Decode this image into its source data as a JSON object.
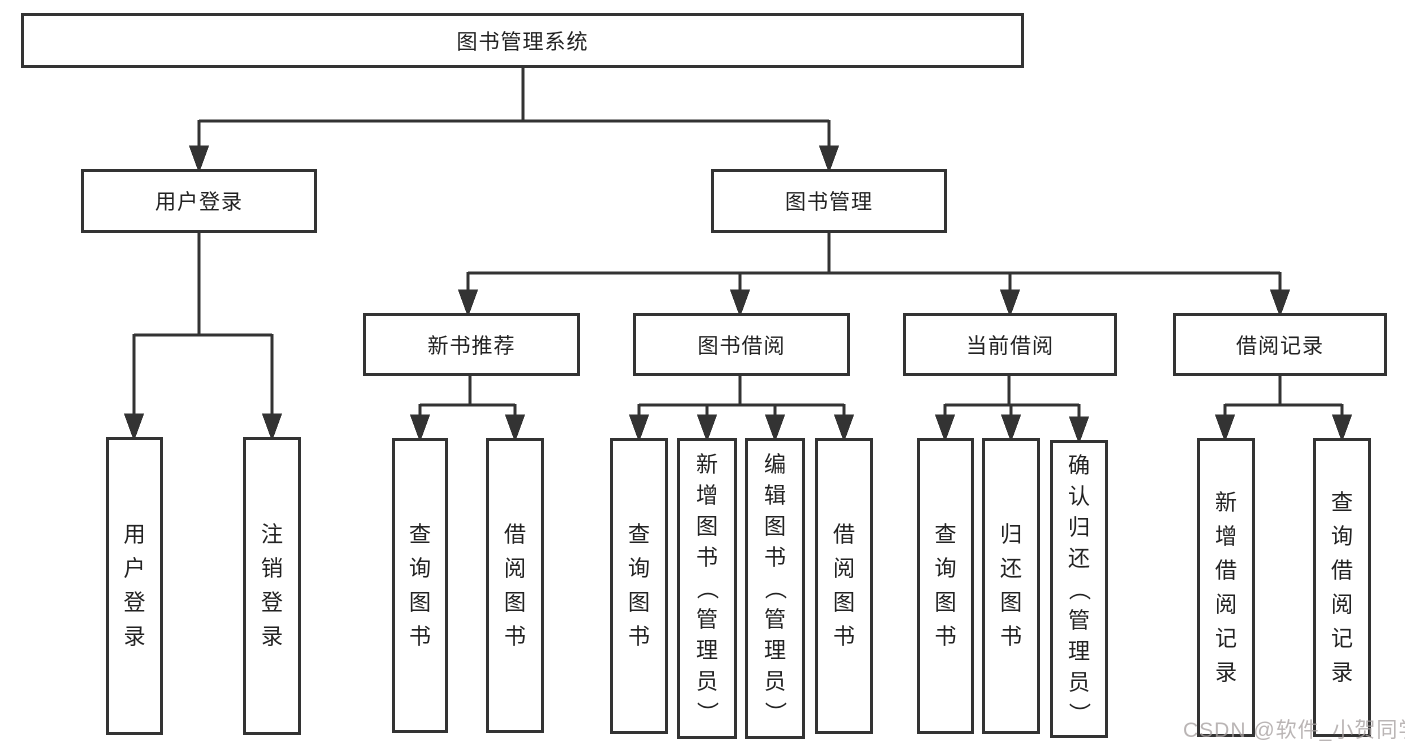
{
  "diagram": {
    "title_node": {
      "label": "图书管理系统"
    },
    "level2": {
      "user_login": {
        "label": "用户登录"
      },
      "book_mgmt": {
        "label": "图书管理"
      }
    },
    "level3": {
      "new_book": {
        "label": "新书推荐"
      },
      "book_borrow": {
        "label": "图书借阅"
      },
      "current_borrow": {
        "label": "当前借阅"
      },
      "borrow_records": {
        "label": "借阅记录"
      }
    },
    "leaves": {
      "user_login": [
        "用户登录",
        "注销登录"
      ],
      "new_book": [
        "查询图书",
        "借阅图书"
      ],
      "book_borrow": [
        "查询图书",
        "新增图书（管理员）",
        "编辑图书（管理员）",
        "借阅图书"
      ],
      "current_borrow": [
        "查询图书",
        "归还图书",
        "确认归还（管理员）"
      ],
      "borrow_records": [
        "新增借阅记录",
        "查询借阅记录"
      ]
    }
  },
  "watermark": {
    "text": "CSDN @软件_小贺同学"
  },
  "colors": {
    "line": "#333333",
    "box_border": "#333333",
    "text": "#222222",
    "background": "#ffffff",
    "watermark": "#a7a0a0"
  }
}
